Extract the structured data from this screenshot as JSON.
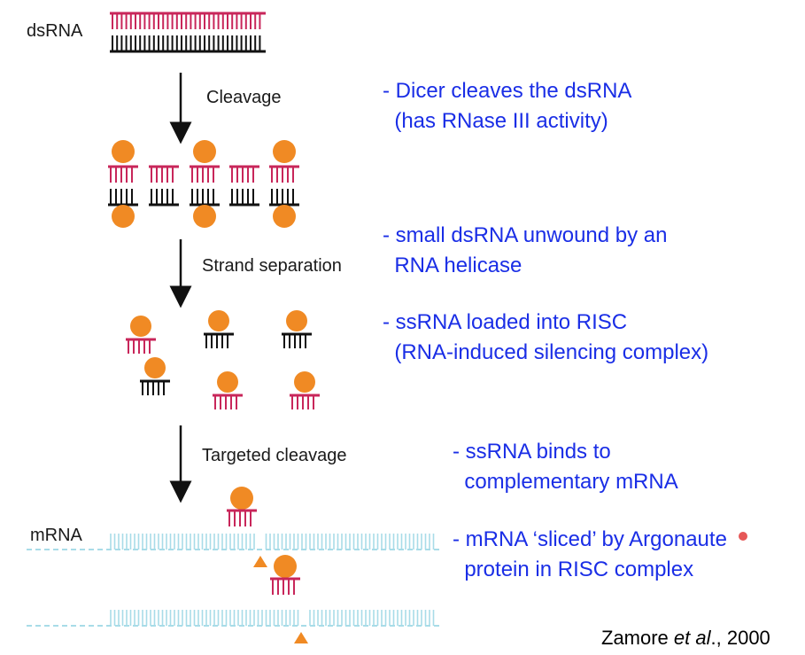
{
  "labels": {
    "dsrna": "dsRNA",
    "mrna": "mRNA",
    "step1": "Cleavage",
    "step2": "Strand separation",
    "step3": "Targeted cleavage"
  },
  "notes": {
    "n1": "- Dicer cleaves the dsRNA\n  (has RNase III activity)",
    "n2": "- small dsRNA unwound by an\n  RNA helicase",
    "n3": "- ssRNA loaded into RISC\n  (RNA-induced silencing complex)",
    "n4": "- ssRNA binds to\n  complementary mRNA",
    "n5": "- mRNA ‘sliced’ by Argonaute\n  protein in RISC complex"
  },
  "citation": {
    "authors": "Zamore ",
    "etal": "et al",
    "year": "., 2000"
  },
  "colors": {
    "sense_strand": "#c8265a",
    "antisense_strand": "#111111",
    "dicer_ball": "#f08a24",
    "mrna_strand": "#a8dce8",
    "cut_marker": "#f08a24",
    "annotation": "#1a2ee6"
  }
}
